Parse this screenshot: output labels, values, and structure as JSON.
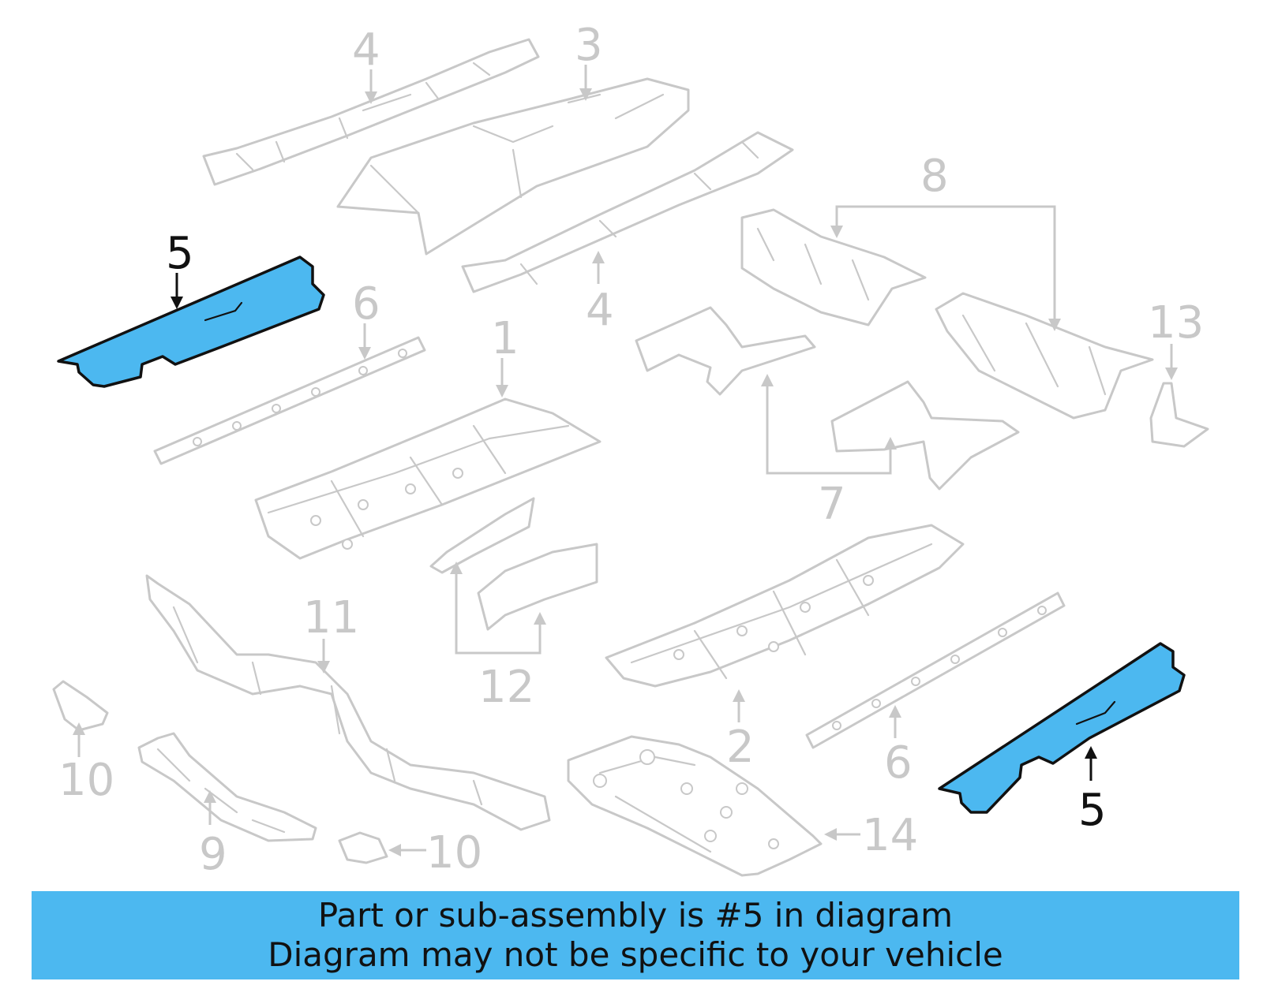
{
  "diagram": {
    "highlight_color": "#4cb8f0",
    "part_line_color": "#c8c8c8",
    "highlight_outline_color": "#111111",
    "callouts": {
      "c1": "1",
      "c2": "2",
      "c3": "3",
      "c4_top": "4",
      "c4_mid": "4",
      "c5_left": "5",
      "c5_right": "5",
      "c6_left": "6",
      "c6_right": "6",
      "c7": "7",
      "c8": "8",
      "c9": "9",
      "c10_left": "10",
      "c10_bottom": "10",
      "c11": "11",
      "c12": "12",
      "c13": "13",
      "c14": "14"
    }
  },
  "banner": {
    "line1": "Part or sub-assembly is #5 in diagram",
    "line2": "Diagram may not be specific to your vehicle"
  }
}
